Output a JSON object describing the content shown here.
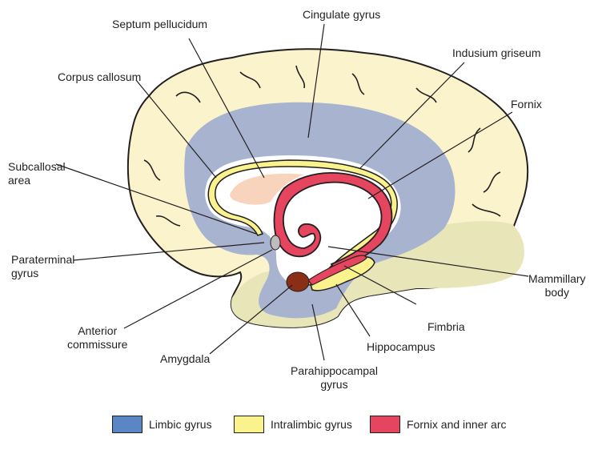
{
  "labels": {
    "septum_pellucidum": "Septum pellucidum",
    "cingulate_gyrus": "Cingulate gyrus",
    "indusium_griseum": "Indusium griseum",
    "corpus_callosum": "Corpus callosum",
    "fornix": "Fornix",
    "subcallosal_area_1": "Subcallosal",
    "subcallosal_area_2": "area",
    "paraterminal_gyrus_1": "Paraterminal",
    "paraterminal_gyrus_2": "gyrus",
    "mammillary_body_1": "Mammillary",
    "mammillary_body_2": "body",
    "anterior_commissure_1": "Anterior",
    "anterior_commissure_2": "commissure",
    "fimbria": "Fimbria",
    "hippocampus": "Hippocampus",
    "amygdala": "Amygdala",
    "parahippocampal_gyrus_1": "Parahippocampal",
    "parahippocampal_gyrus_2": "gyrus"
  },
  "legend": [
    {
      "label": "Limbic gyrus",
      "color": "#5b86c6"
    },
    {
      "label": "Intralimbic gyrus",
      "color": "#faf28c"
    },
    {
      "label": "Fornix and inner arc",
      "color": "#e5455e"
    }
  ],
  "colors": {
    "brain_fill": "#fbf3cc",
    "brain_outline": "#231f20",
    "limbic_region": "#a7b3cf",
    "brainstem_region": "#e8e6b8",
    "septum": "#f9d4bc",
    "intralimbic": "#faf28c",
    "fornix": "#e5455e",
    "amygdala": "#8b2e16",
    "commissure": "#bdbdbd"
  }
}
